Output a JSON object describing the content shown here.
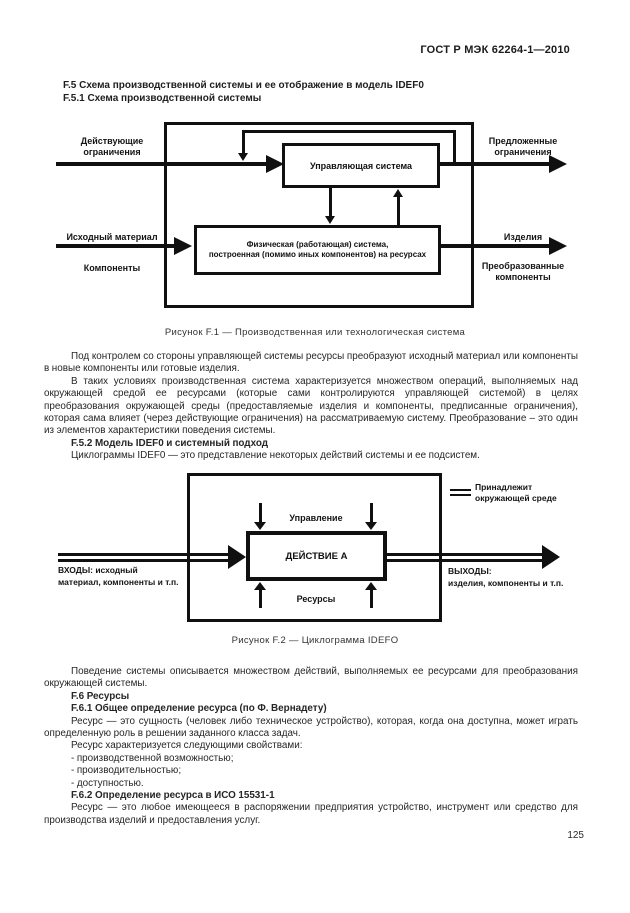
{
  "header": {
    "doc_number": "ГОСТ Р МЭК 62264-1—2010"
  },
  "sections": {
    "f5": "F.5 Схема производственной системы и ее отображение в модель IDEF0",
    "f51": "F.5.1 Схема производственной системы",
    "f52": "F.5.2 Модель IDEF0 и системный подход",
    "f6": "F.6 Ресурсы",
    "f61": "F.6.1 Общее определение ресурса (по Ф. Вернадету)",
    "f62": "F.6.2 Определение ресурса в ИСО 15531-1"
  },
  "figure1": {
    "caption": "Рисунок F.1 — Производственная или технологическая система",
    "labels": {
      "constraints_in": "Действующие\nограничения",
      "material_in": "Исходный материал",
      "components_in": "Компоненты",
      "constraints_out": "Предложенные\nограничения",
      "products_out": "Изделия",
      "transformed_out": "Преобразованные\nкомпоненты",
      "control_box": "Управляющая система",
      "physical_box": "Физическая (работающая) система,\nпостроенная (помимо иных компонентов) на ресурсах"
    }
  },
  "figure2": {
    "caption": "Рисунок F.2 — Циклограмма IDEFO",
    "labels": {
      "action_box": "ДЕЙСТВИЕ А",
      "control": "Управление",
      "resources": "Ресурсы",
      "inputs": "ВХОДЫ: исходный\nматериал, компоненты и т.п.",
      "outputs": "ВЫХОДЫ:\nизделия, компоненты и т.п.",
      "legend": "Принадлежит\nокружающей среде"
    }
  },
  "paragraphs": {
    "p1": "Под контролем со стороны управляющей системы ресурсы преобразуют исходный материал или компоненты в новые компоненты или готовые изделия.",
    "p2": "В таких условиях производственная система характеризуется множеством операций, выполняемых над окружающей средой ее ресурсами (которые сами контролируются управляющей системой) в целях преобразования окружающей среды (предоставляемые изделия и компоненты, предписанные ограничения), которая сама влияет (через действующие ограничения) на рассматриваемую систему. Преобразование – это один из элементов характеристики поведения системы.",
    "p3": "Циклограммы IDEF0 — это представление некоторых действий системы и ее подсистем.",
    "p4": "Поведение системы описывается множеством действий, выполняемых ее ресурсами для преобразования окружающей системы.",
    "p5": "Ресурс — это сущность (человек либо техническое устройство), которая, когда она доступна, может играть определенную роль в решении заданного класса задач.",
    "p6": "Ресурс характеризуется следующими свойствами:",
    "b1": "- производственной возможностью;",
    "b2": "- производительностью;",
    "b3": "- доступностью.",
    "p7": "Ресурс — это любое имеющееся в распоряжении предприятия устройство, инструмент или средство для производства изделий и предоставления услуг."
  },
  "footer": {
    "page_number": "125"
  }
}
